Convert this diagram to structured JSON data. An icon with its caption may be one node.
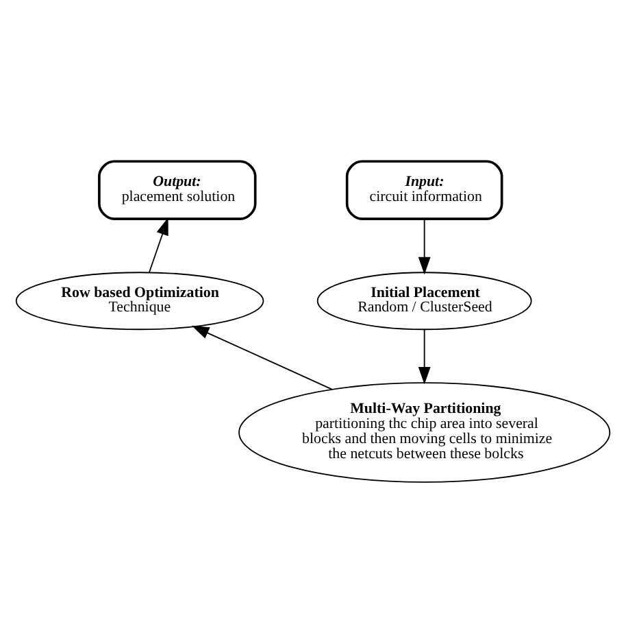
{
  "diagram": {
    "nodes": [
      {
        "text": [
          "Output:",
          "placement solution"
        ]
      },
      {
        "text": [
          "Input:",
          "circuit information"
        ]
      },
      {
        "text": [
          "Row based Optimization",
          "Technique"
        ]
      },
      {
        "text": [
          "Initial Placement",
          "Random / ClusterSeed"
        ]
      },
      {
        "text": [
          "Multi-Way Partitioning",
          "partitioning thc chip area into several blocks and then moving cells to minimize the netcuts between these bolcks"
        ]
      }
    ],
    "edges": [
      {
        "from": 1,
        "to": 3,
        "arrow": "to"
      },
      {
        "from": 3,
        "to": 4,
        "arrow": "to"
      },
      {
        "from": 4,
        "to": 2,
        "arrow": "to"
      },
      {
        "from": 2,
        "to": 0,
        "arrow": "to"
      }
    ]
  }
}
